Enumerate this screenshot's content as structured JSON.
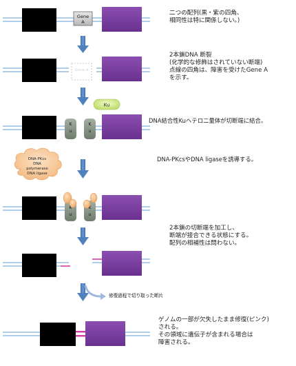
{
  "row1": {
    "gene_label_1": "Gene",
    "gene_label_2": "A",
    "note_1": "二つの配列(黒・紫の四角、",
    "note_2": "相同性は特に関係しない。)"
  },
  "row2": {
    "gene_label_faint": "Gene A",
    "note_1": "2本鎖DNA 断裂",
    "note_2": "(化学的な修飾はされていない断端)",
    "note_3": "点線の四角は、障害を受けたGene A",
    "note_4": "を示す。"
  },
  "ku_bubble": "Ku",
  "row3": {
    "ku_left_1": "K",
    "ku_left_2": "u",
    "ku_right_1": "K",
    "ku_right_2": "u",
    "note_1": "DNA結合性Kuヘテロ二量体が切断端に結合。"
  },
  "cloud": {
    "line_1": "DNA-PKcs",
    "line_2": "DNA",
    "line_3": "polymerase",
    "line_4": "DNA ligase"
  },
  "row4_note": "DNA-PKcsやDNA ligaseを誘導する。",
  "row5": {
    "ku_left_1": "K",
    "ku_left_2": "u",
    "ku_right_1": "K",
    "ku_right_2": "u"
  },
  "row6": {
    "note_1": "2本鎖の切断端を加工し、",
    "note_2": "断端が接合できる状態にする。",
    "note_3": "配列の相補性は問わない。"
  },
  "cut_note": "修復過程で切り取った断片",
  "row8": {
    "note_1": "ゲノムの一部が欠失したまま修復(ピンク)",
    "note_2": "される。",
    "note_3": "その領域に遺伝子が含まれる場合は",
    "note_4": "障害される。"
  },
  "colors": {
    "black_box": "#000000",
    "purple_box": "#7b3fa0",
    "dna_line": "#5b9bd5",
    "arrow": "#4f81bd",
    "gene_box": "#d0d0d0",
    "ku": "#8c9a8a",
    "ku_bubble": "#d8ee9a",
    "cloud": "#f5c9a0",
    "pink": "#d63ba6"
  }
}
